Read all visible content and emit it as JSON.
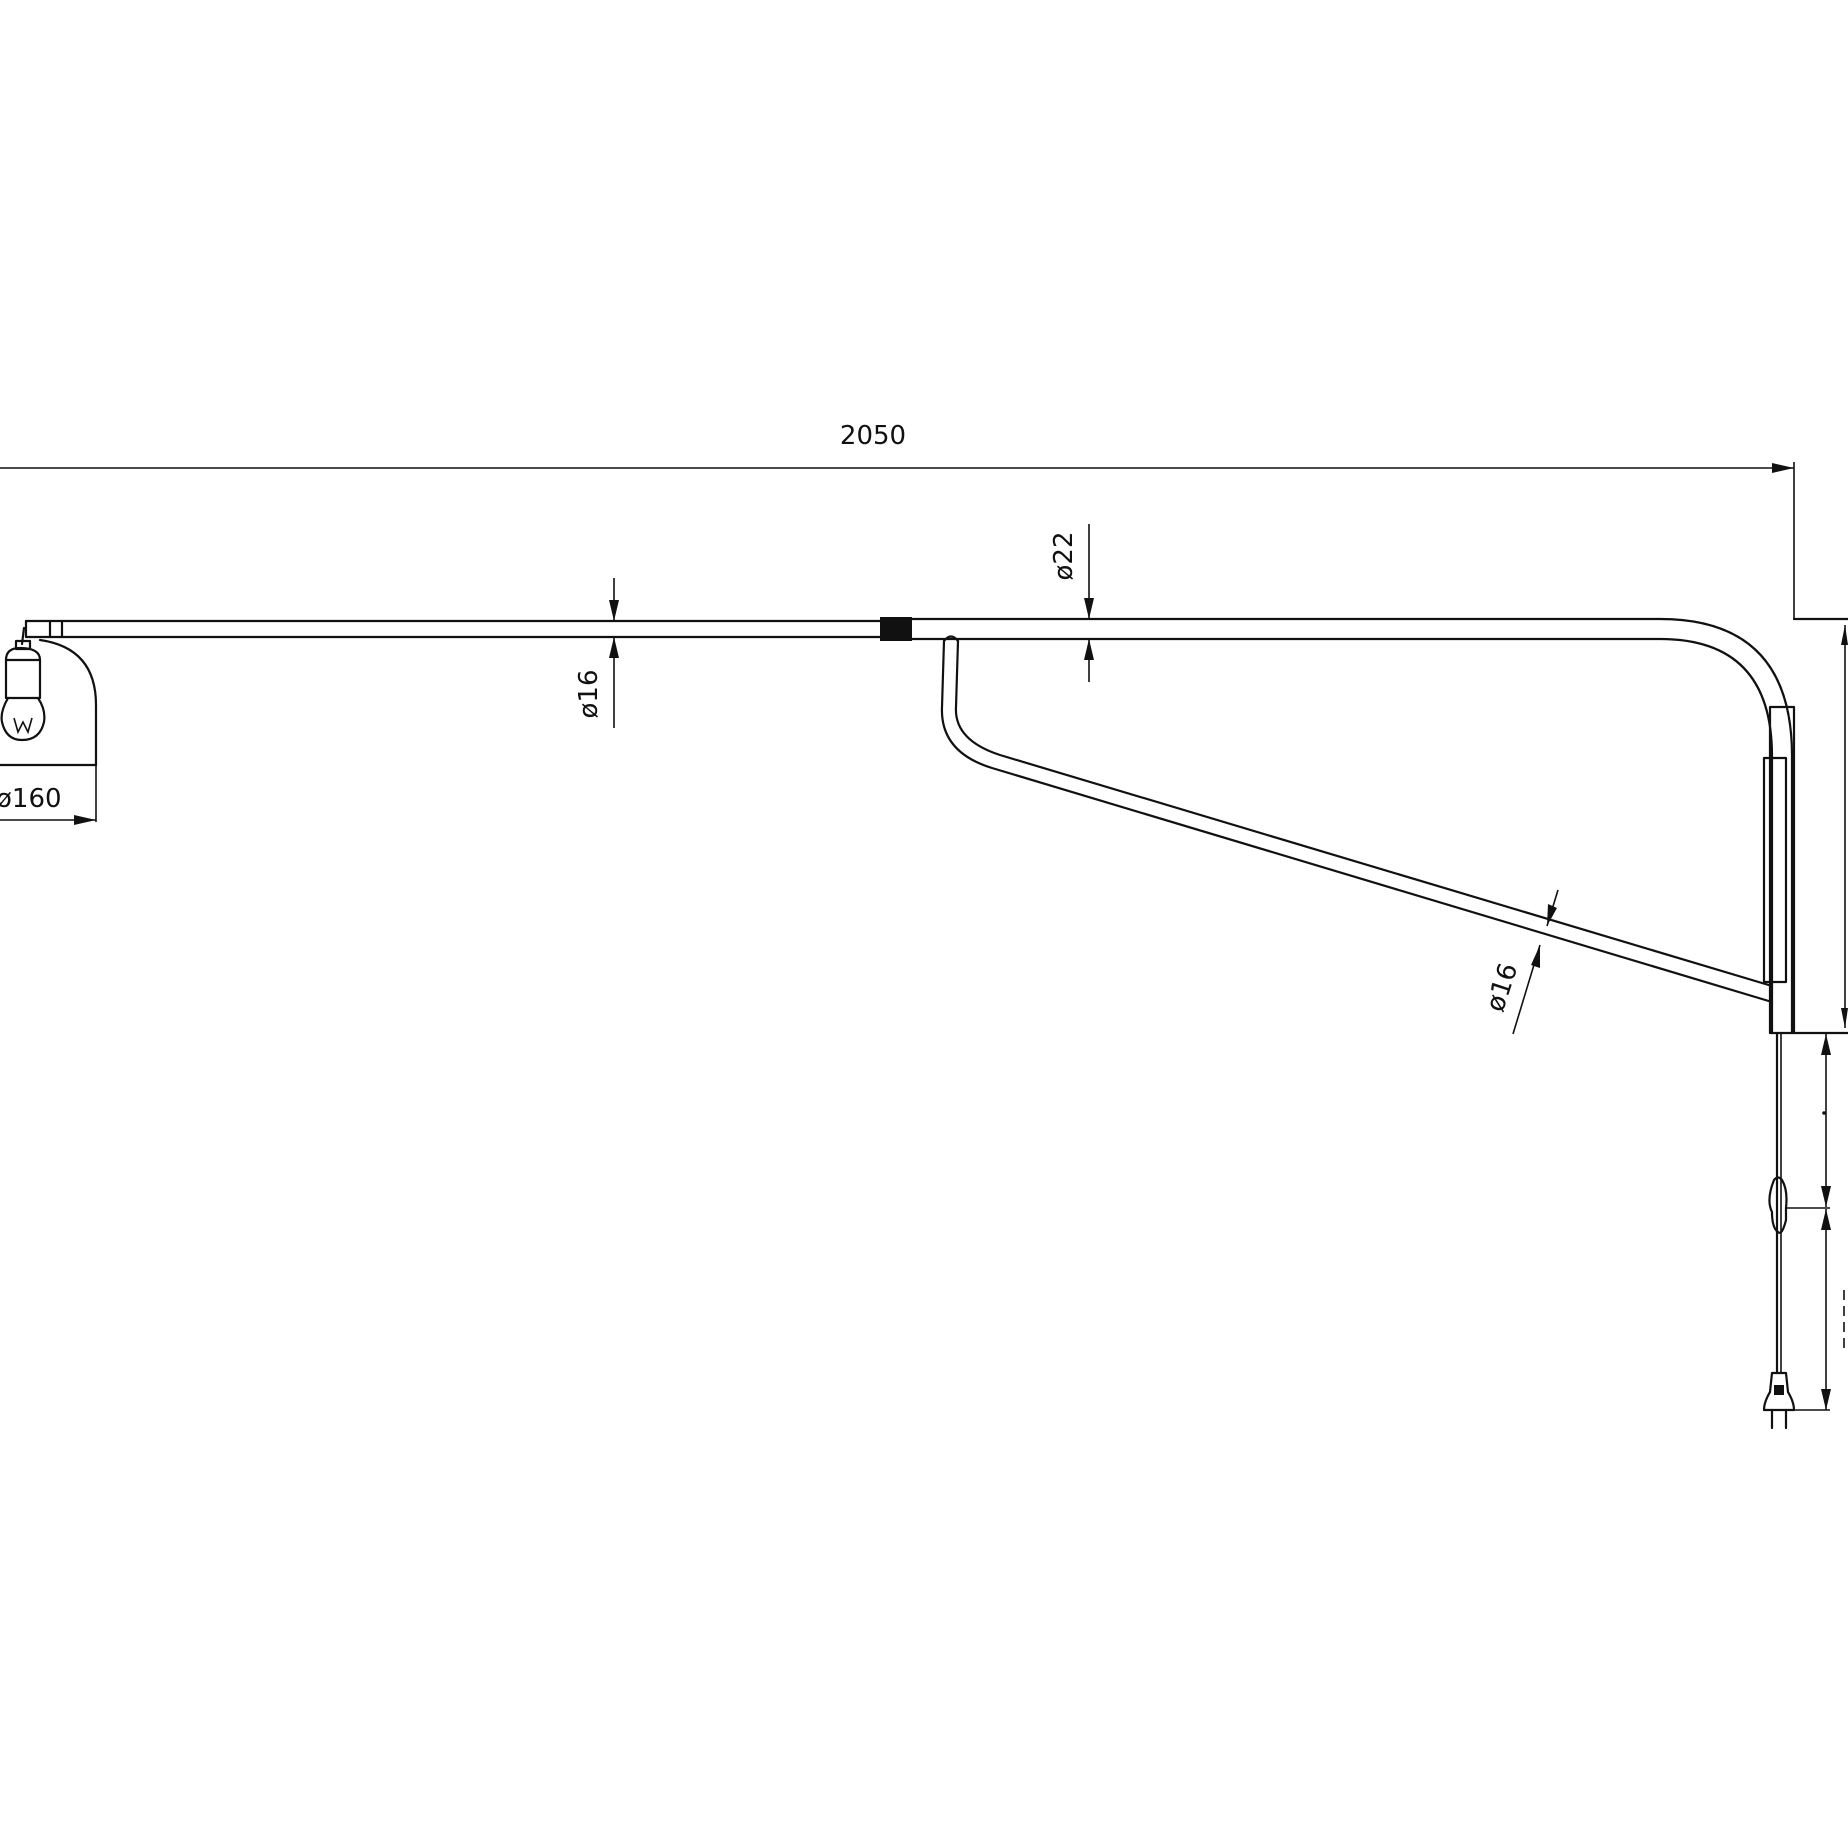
{
  "colors": {
    "line": "#111111",
    "background": "#ffffff"
  },
  "dimensions": {
    "total_length": "2050",
    "outer_arm_diameter": "ø16",
    "inner_arm_diameter": "ø22",
    "shade_diameter": "ø160",
    "brace_diameter": "ø16"
  }
}
